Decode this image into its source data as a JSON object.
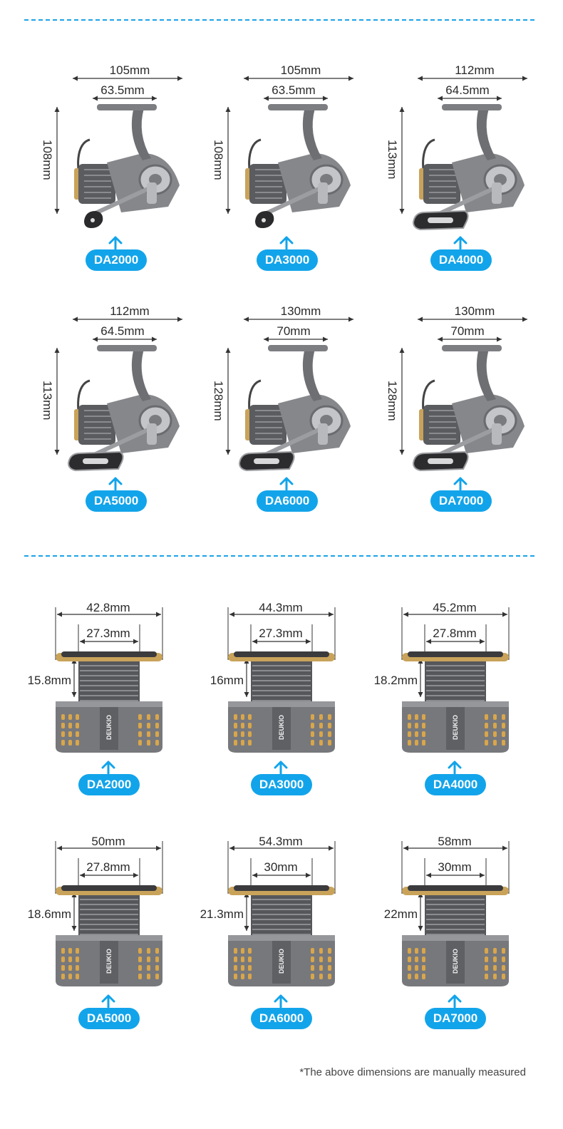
{
  "reels": [
    {
      "model": "DA2000",
      "width": "105mm",
      "inner": "63.5mm",
      "height": "108mm",
      "knob": "round"
    },
    {
      "model": "DA3000",
      "width": "105mm",
      "inner": "63.5mm",
      "height": "108mm",
      "knob": "round"
    },
    {
      "model": "DA4000",
      "width": "112mm",
      "inner": "64.5mm",
      "height": "113mm",
      "knob": "t"
    },
    {
      "model": "DA5000",
      "width": "112mm",
      "inner": "64.5mm",
      "height": "113mm",
      "knob": "t"
    },
    {
      "model": "DA6000",
      "width": "130mm",
      "inner": "70mm",
      "height": "128mm",
      "knob": "t"
    },
    {
      "model": "DA7000",
      "width": "130mm",
      "inner": "70mm",
      "height": "128mm",
      "knob": "t"
    }
  ],
  "spools": [
    {
      "model": "DA2000",
      "outer": "42.8mm",
      "inner": "27.3mm",
      "depth": "15.8mm"
    },
    {
      "model": "DA3000",
      "outer": "44.3mm",
      "inner": "27.3mm",
      "depth": "16mm"
    },
    {
      "model": "DA4000",
      "outer": "45.2mm",
      "inner": "27.8mm",
      "depth": "18.2mm"
    },
    {
      "model": "DA5000",
      "outer": "50mm",
      "inner": "27.8mm",
      "depth": "18.6mm"
    },
    {
      "model": "DA6000",
      "outer": "54.3mm",
      "inner": "30mm",
      "depth": "21.3mm"
    },
    {
      "model": "DA7000",
      "outer": "58mm",
      "inner": "30mm",
      "depth": "22mm"
    }
  ],
  "spool_brand": "DEUKIO",
  "footnote": "*The above dimensions are manually measured",
  "colors": {
    "accent": "#12a4ea",
    "divider": "#1aa3e8",
    "gold": "#c9a35a",
    "metal": "#6e6f73"
  }
}
